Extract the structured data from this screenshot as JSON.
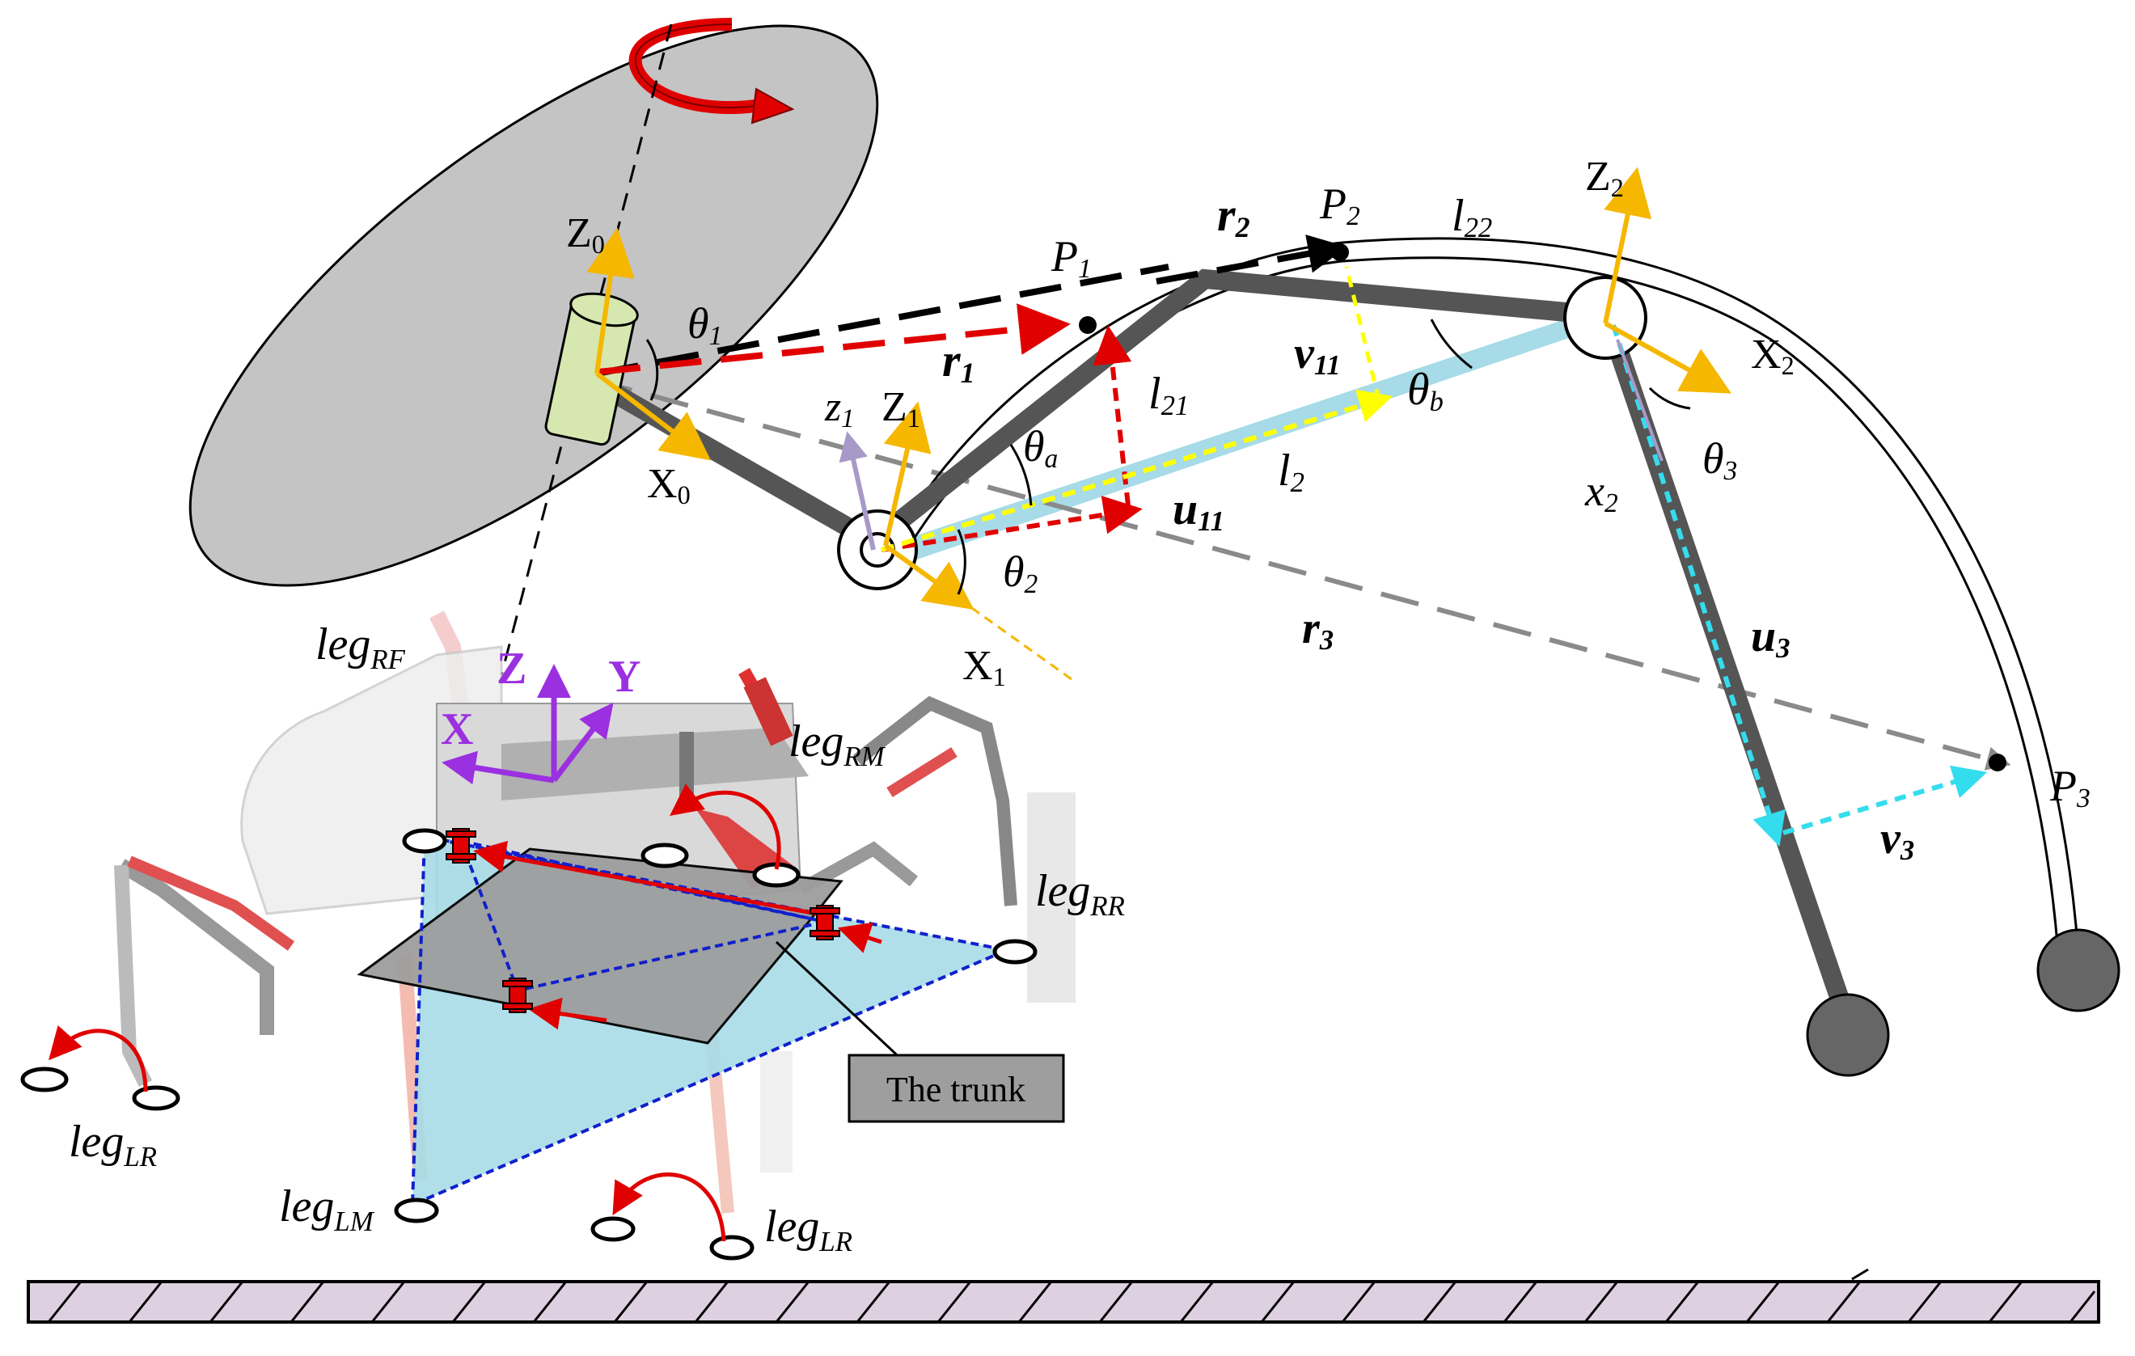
{
  "labels": {
    "z0_base": "Z",
    "z0_sub": "0",
    "x0_base": "X",
    "x0_sub": "0",
    "theta1_base": "θ",
    "theta1_sub": "1",
    "r1_base": "r",
    "r1_sub": "1",
    "p1_base": "P",
    "p1_sub": "1",
    "r2_base": "r",
    "r2_sub": "2",
    "p2_base": "P",
    "p2_sub": "2",
    "l22_base": "l",
    "l22_sub": "22",
    "z2_base": "Z",
    "z2_sub": "2",
    "x2cap_base": "X",
    "x2cap_sub": "2",
    "v11_base": "v",
    "v11_sub": "11",
    "l21_base": "l",
    "l21_sub": "21",
    "thetab_base": "θ",
    "thetab_sub": "b",
    "z1small_base": "z",
    "z1small_sub": "1",
    "z1_base": "Z",
    "z1_sub": "1",
    "thetaa_base": "θ",
    "thetaa_sub": "a",
    "l2_base": "l",
    "l2_sub": "2",
    "u11_base": "u",
    "u11_sub": "11",
    "theta2_base": "θ",
    "theta2_sub": "2",
    "x1_base": "X",
    "x1_sub": "1",
    "r3_base": "r",
    "r3_sub": "3",
    "x2small_base": "x",
    "x2small_sub": "2",
    "theta3_base": "θ",
    "theta3_sub": "3",
    "u3_base": "u",
    "u3_sub": "3",
    "v3_base": "v",
    "v3_sub": "3",
    "p3_base": "P",
    "p3_sub": "3",
    "body_z": "Z",
    "body_x": "X",
    "body_y": "Y",
    "leg_base": "leg",
    "legRF_sub": "RF",
    "legRM_sub": "RM",
    "legRR_sub": "RR",
    "legLR_sub": "LR",
    "legLM_sub": "LM",
    "legLR2_sub": "LR",
    "trunk_box": "The trunk"
  },
  "colors": {
    "link": "#555555",
    "axis": "#f5b700",
    "red": "#e00000",
    "yellow": "#ffff00",
    "cyan": "#33ddee",
    "lightblue": "#a7dbe8",
    "purple": "#9b30e0",
    "blue_dash": "#1020cc",
    "disk": "#c4c4c4",
    "ground": "#ddd0e0"
  }
}
